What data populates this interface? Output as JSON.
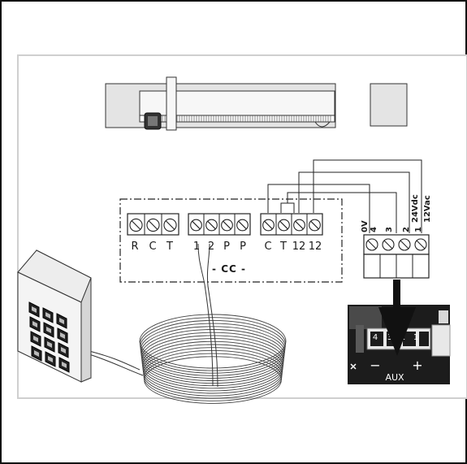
{
  "terminal_labels": {
    "group1": [
      "R",
      "C",
      "T"
    ],
    "group2": [
      "1",
      "2",
      "P",
      "P"
    ],
    "group3": [
      "C",
      "T",
      "12",
      "12"
    ]
  },
  "cc_label": "- CC -",
  "power_block_labels": [
    "0V",
    "4",
    "3",
    "2",
    "1"
  ],
  "power_block_extra": [
    "24Vdc",
    "12Vac"
  ],
  "aux_connector": {
    "pins": [
      "4",
      "3",
      "2",
      "1"
    ],
    "minus": "−",
    "plus": "+",
    "name": "AUX"
  }
}
